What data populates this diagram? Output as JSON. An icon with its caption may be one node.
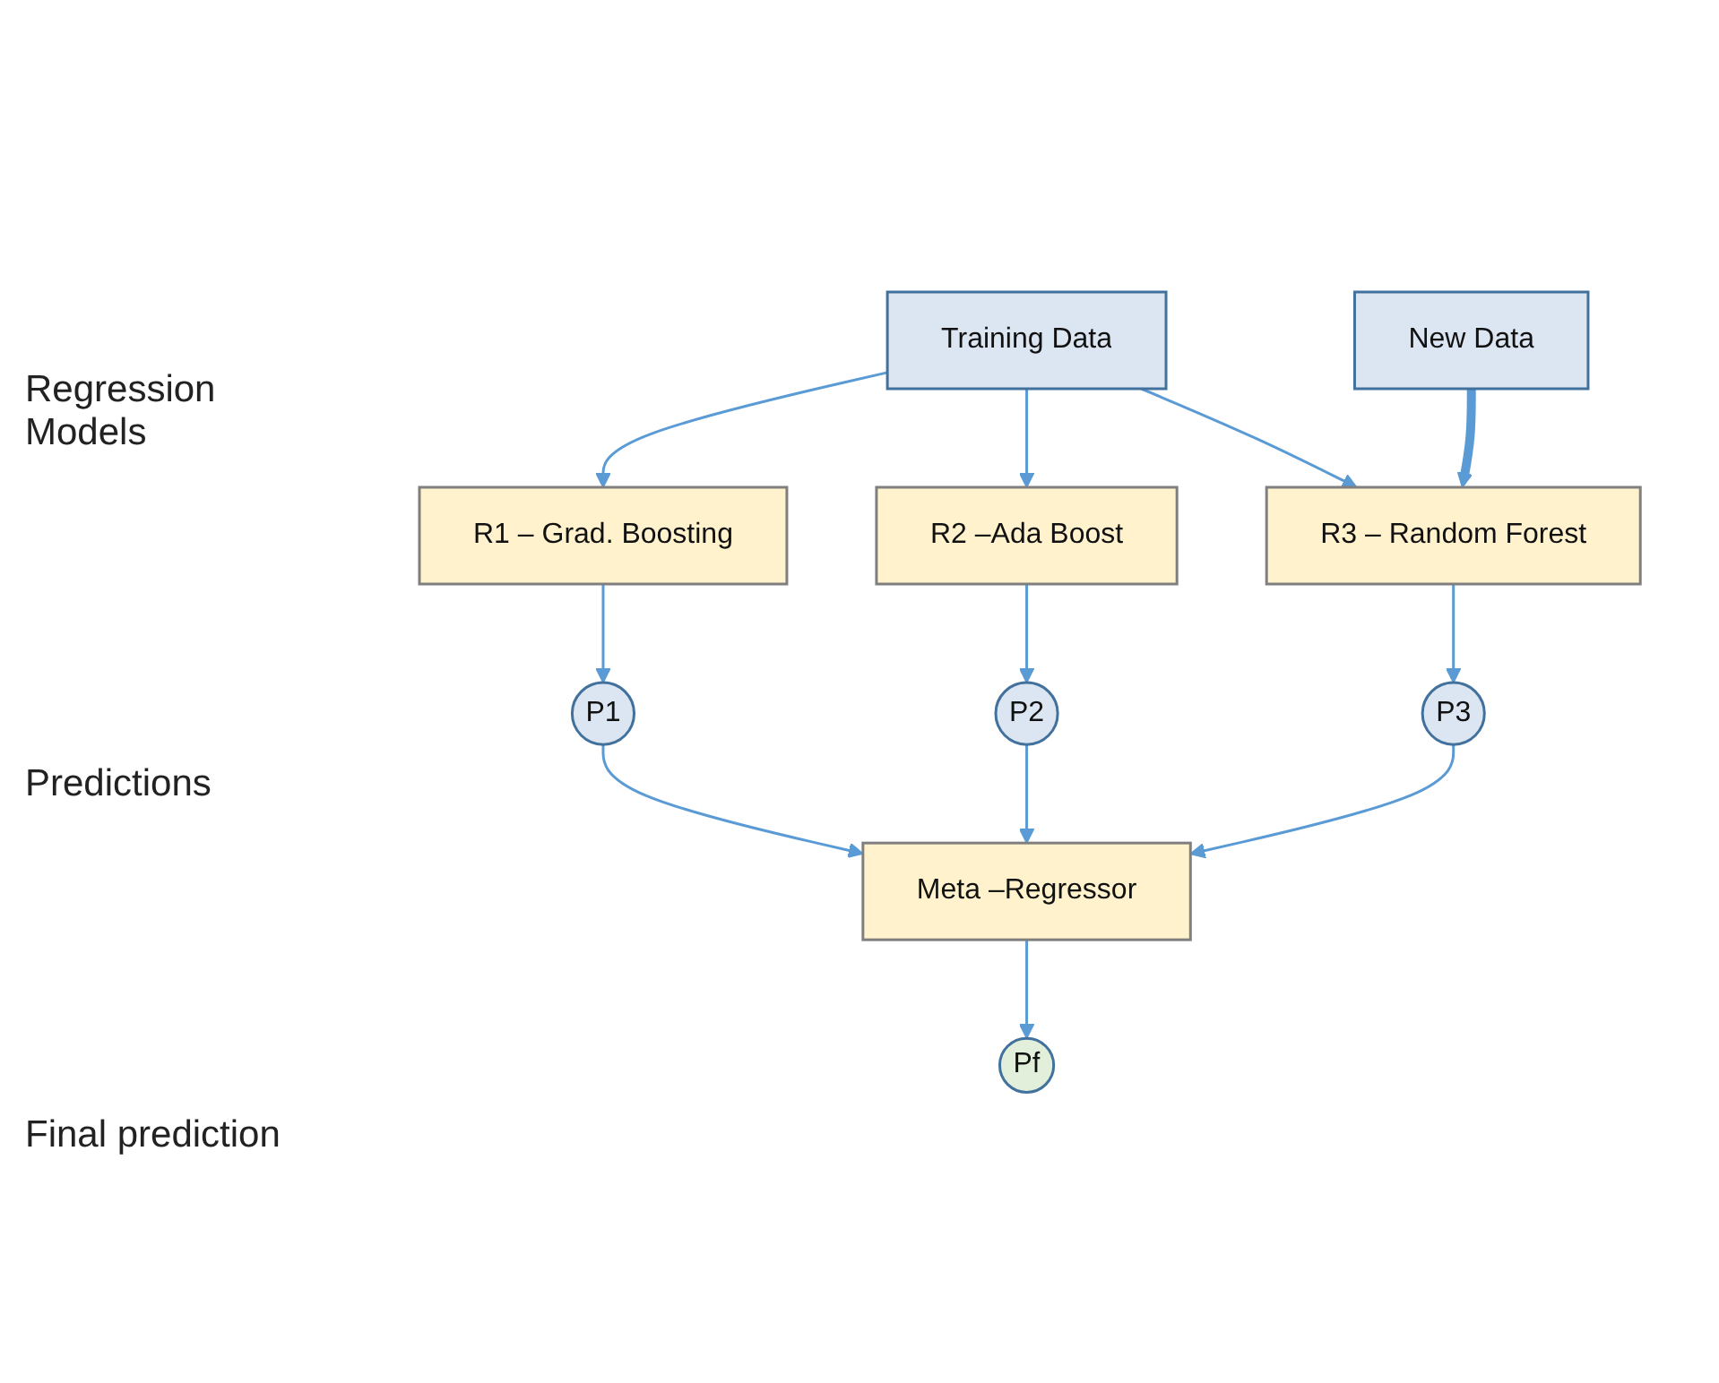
{
  "diagram": {
    "nodes": [
      {
        "text": [
          "Training Data"
        ]
      },
      {
        "text": [
          "R1 – Grad. Boosting"
        ]
      },
      {
        "text": [
          "R2 –Ada Boost"
        ]
      },
      {
        "text": [
          "R3 – Random Forest"
        ]
      },
      {
        "text": [
          "New Data"
        ]
      },
      {
        "text": [
          "P1"
        ]
      },
      {
        "text": [
          "P2"
        ]
      },
      {
        "text": [
          "P3"
        ]
      },
      {
        "text": [
          "Meta –Regressor"
        ]
      },
      {
        "text": [
          "Pf"
        ]
      }
    ],
    "edges": [
      {
        "from": 0,
        "to": 1,
        "arrow": "to"
      },
      {
        "from": 0,
        "to": 2,
        "arrow": "to"
      },
      {
        "from": 0,
        "to": 3,
        "arrow": "to"
      },
      {
        "from": 4,
        "to": 3,
        "arrow": "to",
        "style": "thick"
      },
      {
        "from": 1,
        "to": 5,
        "arrow": "to"
      },
      {
        "from": 2,
        "to": 6,
        "arrow": "to"
      },
      {
        "from": 3,
        "to": 7,
        "arrow": "to"
      },
      {
        "from": 5,
        "to": 8,
        "arrow": "to"
      },
      {
        "from": 6,
        "to": 8,
        "arrow": "to"
      },
      {
        "from": 7,
        "to": 8,
        "arrow": "to"
      },
      {
        "from": 8,
        "to": 9,
        "arrow": "to"
      }
    ],
    "labels": [
      "Regression Models",
      "Predictions",
      "Final prediction"
    ]
  }
}
